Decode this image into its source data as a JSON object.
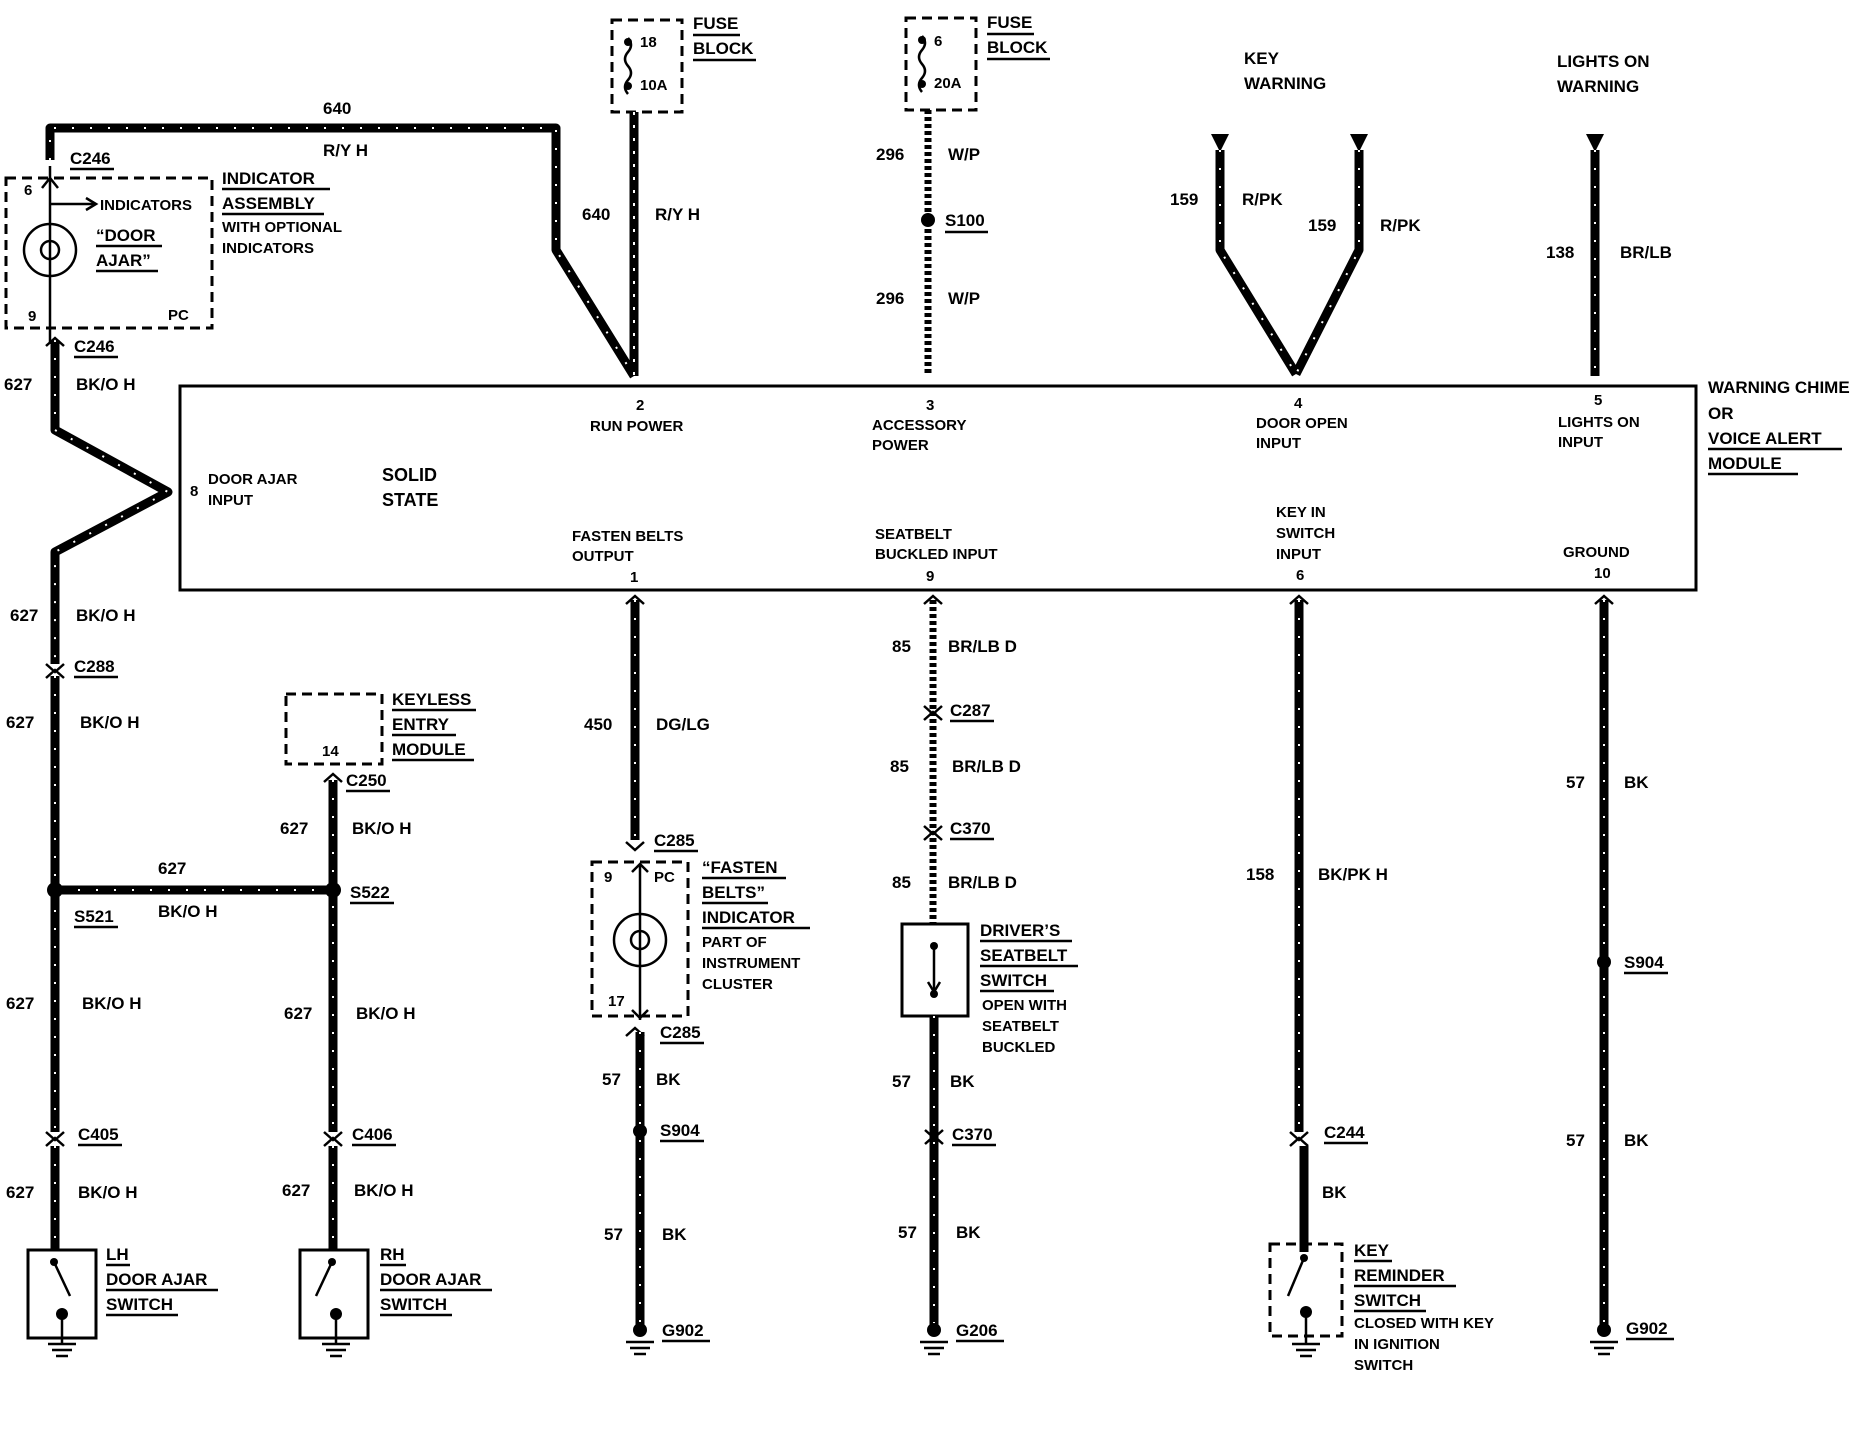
{
  "module": {
    "title_lines": [
      "WARNING CHIME",
      "OR",
      "VOICE ALERT",
      "MODULE"
    ],
    "solid_state": [
      "SOLID",
      "STATE"
    ],
    "pins": [
      {
        "num": "2",
        "lines": [
          "RUN POWER"
        ]
      },
      {
        "num": "3",
        "lines": [
          "ACCESSORY",
          "POWER"
        ]
      },
      {
        "num": "4",
        "lines": [
          "DOOR OPEN",
          "INPUT"
        ]
      },
      {
        "num": "5",
        "lines": [
          "LIGHTS ON",
          "INPUT"
        ]
      },
      {
        "num": "8",
        "lines": [
          "DOOR AJAR",
          "INPUT"
        ]
      },
      {
        "num": "1",
        "lines": [
          "FASTEN BELTS",
          "OUTPUT"
        ]
      },
      {
        "num": "9",
        "lines": [
          "SEATBELT",
          "BUCKLED INPUT"
        ]
      },
      {
        "num": "6",
        "lines": [
          "KEY IN",
          "SWITCH",
          "INPUT"
        ]
      },
      {
        "num": "10",
        "lines": [
          "GROUND"
        ]
      }
    ]
  },
  "fuse_blocks": [
    {
      "label": [
        "FUSE",
        "BLOCK"
      ],
      "fuse": "18",
      "amps": "10A"
    },
    {
      "label": [
        "FUSE",
        "BLOCK"
      ],
      "fuse": "6",
      "amps": "20A"
    }
  ],
  "inputs": {
    "key_warning": [
      "KEY",
      "WARNING"
    ],
    "lights_on_warning": [
      "LIGHTS ON",
      "WARNING"
    ]
  },
  "indicator_assembly": {
    "label": [
      "INDICATOR",
      "ASSEMBLY"
    ],
    "note": [
      "WITH OPTIONAL",
      "INDICATORS"
    ],
    "pin_top": "6",
    "pin_bottom": "9",
    "pc": "PC",
    "indicators": "INDICATORS",
    "lamp": [
      "“DOOR",
      "AJAR”"
    ]
  },
  "keyless": {
    "label": [
      "KEYLESS",
      "ENTRY",
      "MODULE"
    ],
    "pin": "14"
  },
  "fasten_belts": {
    "label": [
      "“FASTEN",
      "BELTS”",
      "INDICATOR"
    ],
    "note": [
      "PART OF",
      "INSTRUMENT",
      "CLUSTER"
    ],
    "pin_top": "9",
    "pin_bottom": "17",
    "pc": "PC"
  },
  "switches": {
    "lh": [
      "LH",
      "DOOR AJAR",
      "SWITCH"
    ],
    "rh": [
      "RH",
      "DOOR AJAR",
      "SWITCH"
    ],
    "driver": {
      "label": [
        "DRIVER’S",
        "SEATBELT",
        "SWITCH"
      ],
      "note": [
        "OPEN WITH",
        "SEATBELT",
        "BUCKLED"
      ]
    },
    "key": {
      "label": [
        "KEY",
        "REMINDER",
        "SWITCH"
      ],
      "note": [
        "CLOSED WITH KEY",
        "IN IGNITION",
        "SWITCH"
      ]
    }
  },
  "connectors": {
    "c246_top": "C246",
    "c246_bot": "C246",
    "c288": "C288",
    "c250": "C250",
    "s521": "S521",
    "s522": "S522",
    "c405": "C405",
    "c406": "C406",
    "c285_top": "C285",
    "c285_bot": "C285",
    "s904_a": "S904",
    "g902_a": "G902",
    "s100": "S100",
    "c287": "C287",
    "c370_a": "C370",
    "c370_b": "C370",
    "g206": "G206",
    "c244": "C244",
    "s904_b": "S904",
    "g902_b": "G902"
  },
  "wires": {
    "w640_top": {
      "num": "640",
      "color": "R/Y H"
    },
    "w640_mid": {
      "num": "640",
      "color": "R/Y H"
    },
    "w296_a": {
      "num": "296",
      "color": "W/P"
    },
    "w296_b": {
      "num": "296",
      "color": "W/P"
    },
    "w159_a": {
      "num": "159",
      "color": "R/PK"
    },
    "w159_b": {
      "num": "159",
      "color": "R/PK"
    },
    "w138": {
      "num": "138",
      "color": "BR/LB"
    },
    "w627_a": {
      "num": "627",
      "color": "BK/O H"
    },
    "w627_b": {
      "num": "627",
      "color": "BK/O H"
    },
    "w627_c": {
      "num": "627",
      "color": "BK/O H"
    },
    "w627_d": {
      "num": "627",
      "color": "BK/O H"
    },
    "w627_e": {
      "num": "627",
      "color": "BK/O H"
    },
    "w627_f": {
      "num": "627",
      "color": "BK/O H"
    },
    "w627_g": {
      "num": "627",
      "color": "BK/O H"
    },
    "w627_h": {
      "num": "627",
      "color": "BK/O H"
    },
    "w627_i": {
      "num": "627",
      "color": "BK/O H"
    },
    "w450": {
      "num": "450",
      "color": "DG/LG"
    },
    "w57_a": {
      "num": "57",
      "color": "BK"
    },
    "w57_b": {
      "num": "57",
      "color": "BK"
    },
    "w85_a": {
      "num": "85",
      "color": "BR/LB D"
    },
    "w85_b": {
      "num": "85",
      "color": "BR/LB D"
    },
    "w85_c": {
      "num": "85",
      "color": "BR/LB D"
    },
    "w57_c": {
      "num": "57",
      "color": "BK"
    },
    "w57_d": {
      "num": "57",
      "color": "BK"
    },
    "w158": {
      "num": "158",
      "color": "BK/PK H"
    },
    "w_bk": {
      "color": "BK"
    },
    "w57_e": {
      "num": "57",
      "color": "BK"
    },
    "w57_f": {
      "num": "57",
      "color": "BK"
    }
  }
}
